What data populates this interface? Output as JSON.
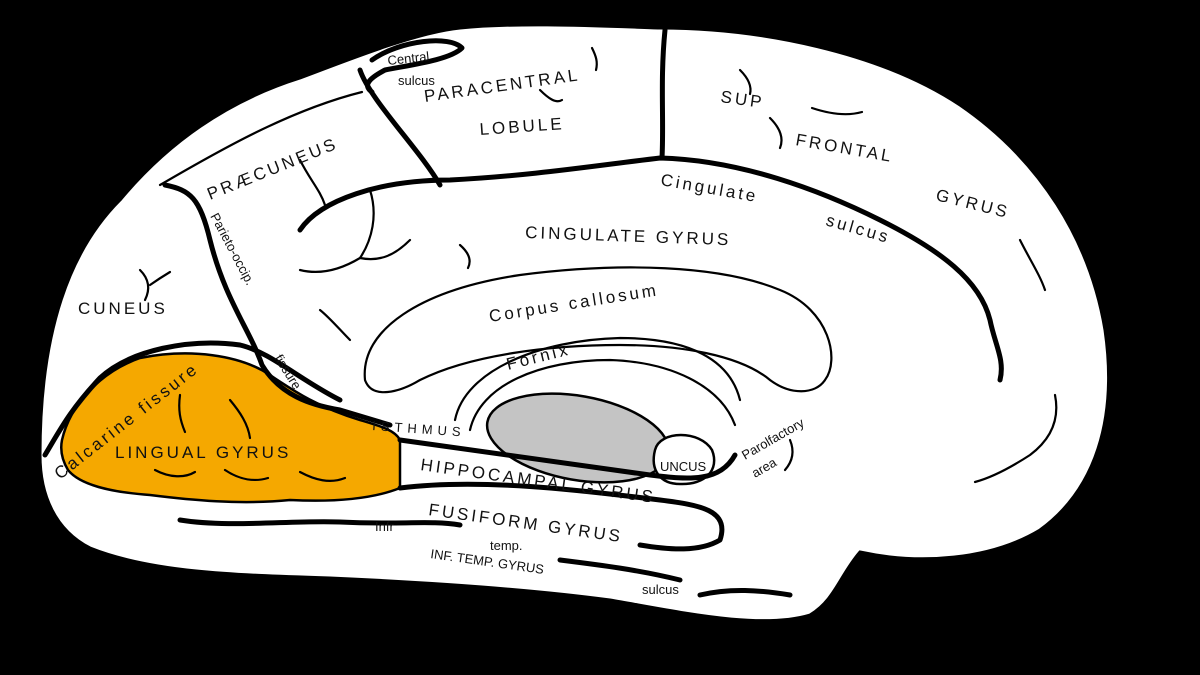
{
  "colors": {
    "background": "#000000",
    "brain": "#ffffff",
    "highlight": "#f5a800",
    "thalamus": "#c4c4c4"
  },
  "labels": {
    "central_sulcus_1": "Central",
    "central_sulcus_2": "sulcus",
    "paracentral_1": "PARACENTRAL",
    "paracentral_2": "LOBULE",
    "sup_frontal_1": "SUP",
    "sup_frontal_2": "FRONTAL",
    "sup_frontal_3": "GYRUS",
    "praecuneus": "PRÆCUNEUS",
    "parieto_occip": "Parieto-occip.",
    "fissure": "fissure",
    "cingulate_sulcus_1": "Cingulate",
    "cingulate_sulcus_2": "sulcus",
    "cingulate_gyrus": "CINGULATE GYRUS",
    "cuneus": "CUNEUS",
    "corpus_callosum": "Corpus callosum",
    "fornix": "Fornix",
    "calcarine_fissure": "Calcarine fissure",
    "lingual_gyrus": "LINGUAL GYRUS",
    "isthmus": "ISTHMUS",
    "uncus": "UNCUS",
    "parolfactory_1": "Parolfactory",
    "parolfactory_2": "area",
    "hippocampal_gyrus": "HIPPOCAMPAL GYRUS",
    "fusiform_gyrus": "FUSIFORM GYRUS",
    "infr": "Infr",
    "temp": "temp.",
    "inf_temp_gyrus": "INF. TEMP. GYRUS",
    "sulcus_lower": "sulcus"
  }
}
